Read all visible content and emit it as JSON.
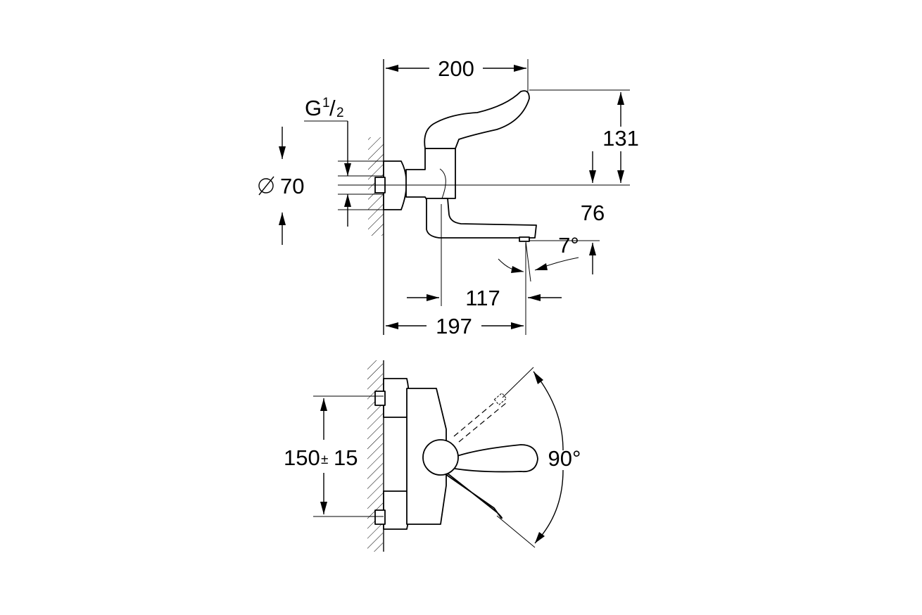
{
  "side_view": {
    "dims": {
      "overall_length": "200",
      "height_top": "131",
      "height_outlet": "76",
      "outlet_angle": "7°",
      "spout_length": "117",
      "outlet_reach": "197",
      "connection_diameter": "70",
      "thread_prefix": "G",
      "thread_sup": "1",
      "thread_slash": "/",
      "thread_sub": "2"
    }
  },
  "top_view": {
    "dims": {
      "center_distance": "150",
      "tolerance_sign": "±",
      "tolerance": "15",
      "lever_rotation": "90°"
    }
  },
  "symbols": {
    "diameter": "diameter-symbol-icon"
  }
}
